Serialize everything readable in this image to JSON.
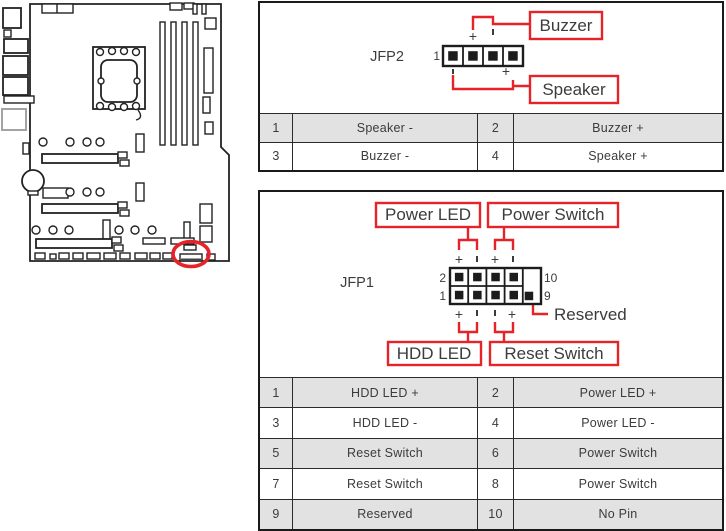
{
  "colors": {
    "accent_red": "#e62328",
    "panel_border": "#1a1a1a",
    "table_row_gray": "#e2e2e2",
    "text_dark": "#3b3b3b"
  },
  "jfp2_panel": {
    "connector_label": "JFP2",
    "pin1_indicator": "1",
    "plus_mark": "+",
    "callouts": {
      "buzzer": "Buzzer",
      "speaker": "Speaker"
    },
    "pin_table": {
      "rows": [
        {
          "pin_a": "1",
          "signal_a": "Speaker -",
          "pin_b": "2",
          "signal_b": "Buzzer +"
        },
        {
          "pin_a": "3",
          "signal_a": "Buzzer -",
          "pin_b": "4",
          "signal_b": "Speaker +"
        }
      ]
    }
  },
  "jfp1_panel": {
    "connector_label": "JFP1",
    "plus_mark": "+",
    "pin_numbers": {
      "top_left": "2",
      "bottom_left": "1",
      "top_right": "10",
      "bottom_right": "9"
    },
    "callouts": {
      "power_led": "Power LED",
      "power_switch": "Power Switch",
      "hdd_led": "HDD LED",
      "reset_switch": "Reset Switch",
      "reserved": "Reserved"
    },
    "pin_table": {
      "rows": [
        {
          "pin_a": "1",
          "signal_a": "HDD LED +",
          "pin_b": "2",
          "signal_b": "Power LED +"
        },
        {
          "pin_a": "3",
          "signal_a": "HDD LED -",
          "pin_b": "4",
          "signal_b": "Power LED -"
        },
        {
          "pin_a": "5",
          "signal_a": "Reset Switch",
          "pin_b": "6",
          "signal_b": "Power Switch"
        },
        {
          "pin_a": "7",
          "signal_a": "Reset Switch",
          "pin_b": "8",
          "signal_b": "Power Switch"
        },
        {
          "pin_a": "9",
          "signal_a": "Reserved",
          "pin_b": "10",
          "signal_b": "No Pin"
        }
      ]
    }
  }
}
